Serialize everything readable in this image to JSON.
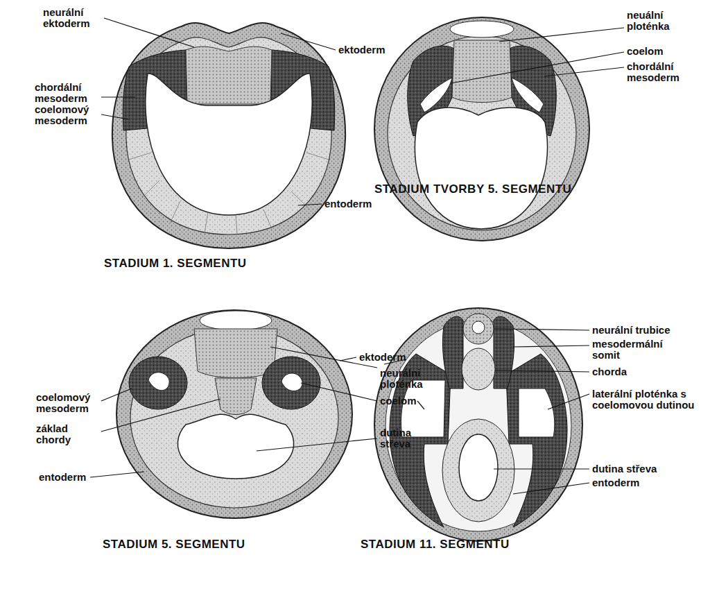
{
  "diagram": {
    "labels": [
      "neurální ektoderm",
      "chordální mesoderm",
      "coelomový mesoderm",
      "ektoderm",
      "entoderm",
      "STADIUM 1. SEGMENTU",
      "neuální ploténka",
      "coelom",
      "chordální mesoderm",
      "STADIUM TVORBY 5. SEGMENTU",
      "ektoderm",
      "neurálni ploténka",
      "coelomový mesoderm",
      "základ chordy",
      "entoderm",
      "coelom",
      "dutina střeva",
      "STADIUM 5. SEGMENTU",
      "neurální trubice",
      "mesodermální somit",
      "chorda",
      "laterální ploténka s coelomovou dutinou",
      "dutina střeva",
      "entoderm",
      "STADIUM 11. SEGMENTU"
    ]
  }
}
